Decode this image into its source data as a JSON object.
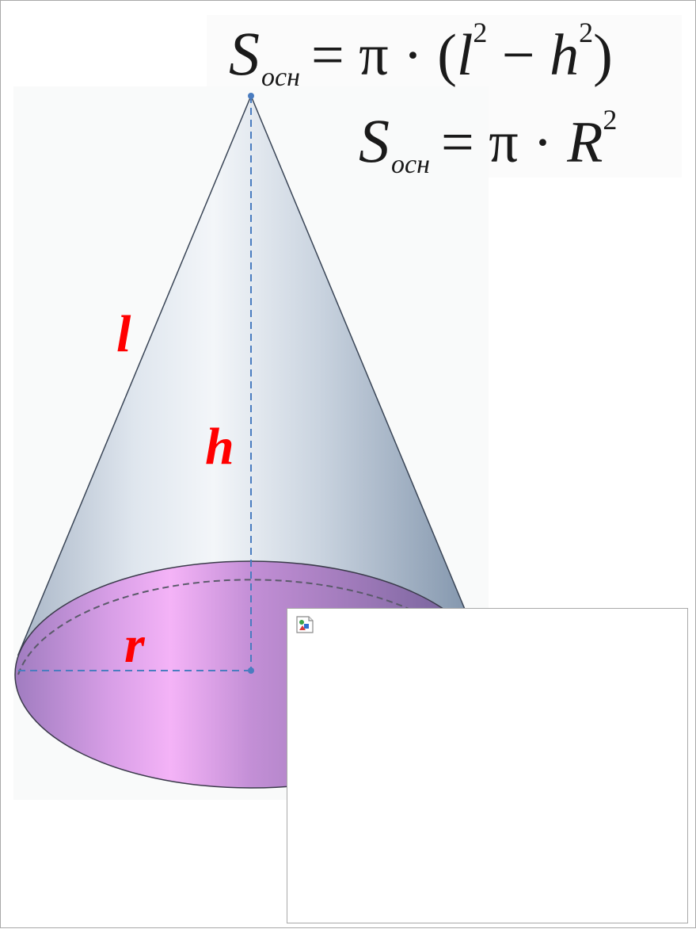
{
  "formulas": {
    "base_area_via_slant": {
      "S": "S",
      "sub": "осн",
      "eq": "= π · (",
      "l": "l",
      "minus": " − ",
      "h": "h",
      "close": ")",
      "exp1": "2",
      "exp2": "2"
    },
    "base_area_via_radius": {
      "S": "S",
      "sub": "осн",
      "eq": "= π · ",
      "R": "R",
      "exp": "2"
    }
  },
  "labels": {
    "slant": "l",
    "height": "h",
    "radius": "r"
  },
  "colors": {
    "label_color": "#ff0000",
    "dashed_line": "#4a7cc0",
    "cone_side_light": "#e8edf2",
    "cone_side_dark": "#7a8ea6",
    "base_light": "#f2aef5",
    "base_dark": "#6e6296"
  },
  "icons": {
    "broken_image": "broken-image-icon"
  }
}
